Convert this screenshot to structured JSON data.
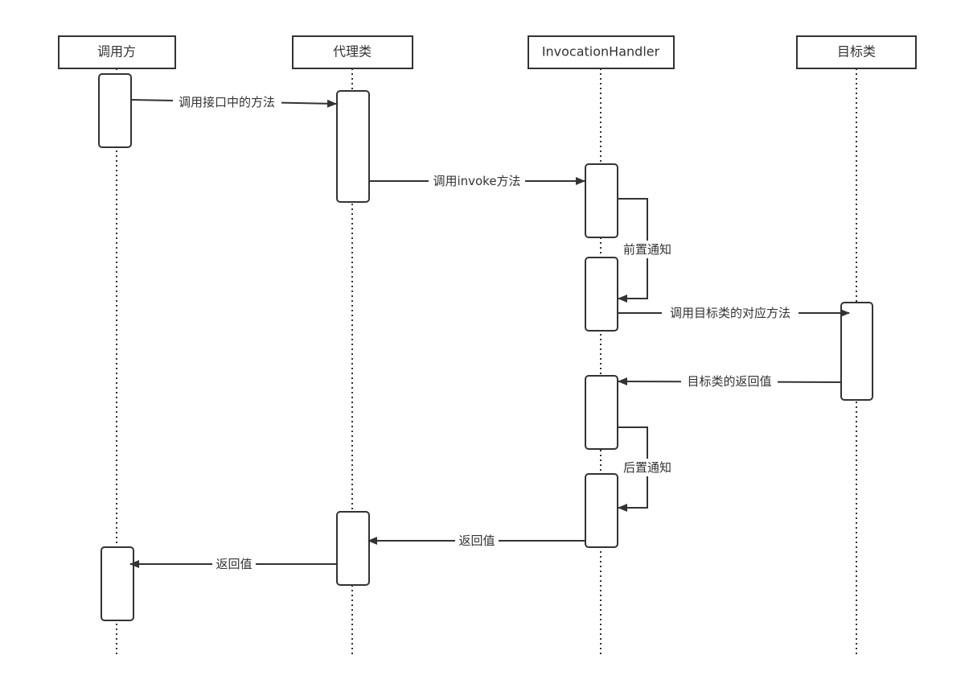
{
  "participants": [
    {
      "id": "caller",
      "label": "调用方"
    },
    {
      "id": "proxy",
      "label": "代理类"
    },
    {
      "id": "handler",
      "label": "InvocationHandler"
    },
    {
      "id": "target",
      "label": "目标类"
    }
  ],
  "messages": [
    {
      "id": "msg-call-interface",
      "label": "调用接口中的方法"
    },
    {
      "id": "msg-call-invoke",
      "label": "调用invoke方法"
    },
    {
      "id": "msg-before-advice",
      "label": "前置通知"
    },
    {
      "id": "msg-call-target",
      "label": "调用目标类的对应方法"
    },
    {
      "id": "msg-target-return",
      "label": "目标类的返回值"
    },
    {
      "id": "msg-after-advice",
      "label": "后置通知"
    },
    {
      "id": "msg-return-to-proxy",
      "label": "返回值"
    },
    {
      "id": "msg-return-to-caller",
      "label": "返回值"
    }
  ]
}
